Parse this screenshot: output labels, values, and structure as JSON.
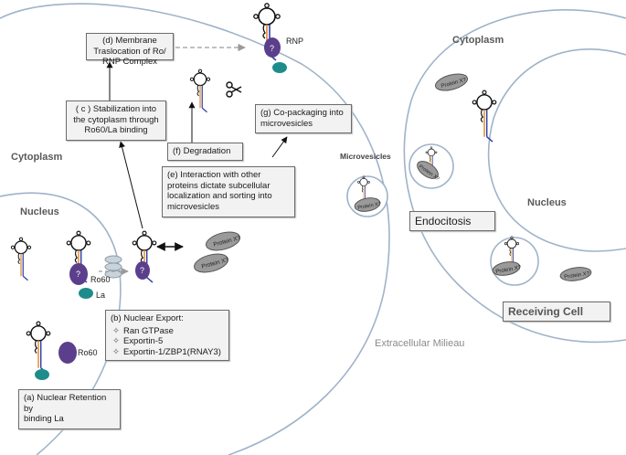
{
  "regions": {
    "cytoplasm_left": "Cytoplasm",
    "nucleus_left": "Nucleus",
    "cytoplasm_right": "Cytoplasm",
    "nucleus_right": "Nucleus",
    "extracellular": "Extracellular Milieau",
    "microvesicles": "Microvesicles"
  },
  "labels": {
    "rnp": "RNP",
    "ro60_bound": "Ro60",
    "la_bound": "La",
    "ro60_free": "Ro60",
    "protein_x": "Protein X?",
    "question_mark": "?"
  },
  "boxes": {
    "a": [
      "(a) Nuclear  Retention",
      "by",
      "binding La"
    ],
    "b_title": "(b) Nuclear  Export:",
    "b_items": [
      "Ran GTPase",
      "Exportin-5",
      "Exportin-1/ZBP1(RNAY3)"
    ],
    "c": [
      "( c ) Stabilization into",
      "the cytoplasm through",
      "Ro60/La binding"
    ],
    "d": [
      "(d) Membrane",
      "Traslocation of Ro/",
      "RNP Complex"
    ],
    "e": [
      "(e) Interaction with other",
      "proteins dictate subcellular",
      "localization and sorting into",
      "microvesicles"
    ],
    "f": "(f) Degradation",
    "g": [
      "(g) Co-packaging into",
      "microvesicles"
    ],
    "endocitosis": "Endocitosis",
    "receiving_cell": "Receiving Cell"
  },
  "colors": {
    "membrane": "#9fb3c8",
    "ro60": "#5b3f8c",
    "la": "#1f8c8c",
    "protein": "#8a8a8a",
    "rna_orange": "#e0892a",
    "rna_blue": "#2e3ea8"
  },
  "icons": {
    "scissors": "scissors-icon",
    "nuclear_pore": "nuclear-pore-icon"
  }
}
